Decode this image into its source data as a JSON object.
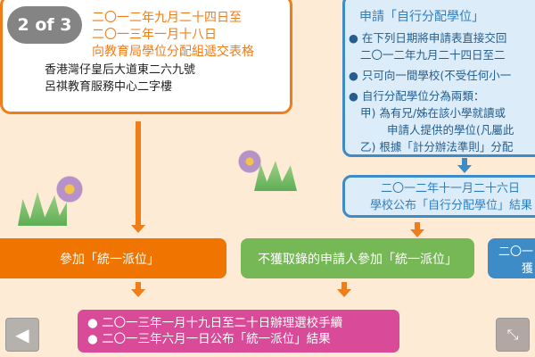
{
  "badge": "2 of 3",
  "left_box": {
    "line1": "二〇一二年九月二十四日至",
    "line2": "二〇一三年一月十八日",
    "line3": "向教育局學位分配組遞交表格",
    "addr1": "香港灣仔皇后大道東二六九號",
    "addr2": "呂祺教育服務中心二字樓"
  },
  "right_box": {
    "title": "申請「自行分配學位」",
    "b1a": "在下列日期將申請表直接交回",
    "b1b": "二〇一二年九月二十四日至二",
    "b2": "只可向一間學校(不受任何小一",
    "b3": "自行分配學位分為兩類：",
    "b3a1": "甲) 為有兄/姊在該小學就讀或",
    "b3a2": "申請人提供的學位(凡屬此",
    "b3b": "乙) 根據「計分辦法準則」分配"
  },
  "announce_box": {
    "line1": "二〇一二年十一月二十六日",
    "line2": "學校公布「自行分配學位」結果"
  },
  "orange_step": "參加「統一派位」",
  "green_step": "不獲取錄的申請人參加「統一派位」",
  "blue_step": {
    "line1": "二〇一",
    "line2": "獲"
  },
  "pink_box": {
    "item1": "二〇一三年一月十九日至二十日辦理選校手續",
    "item2": "二〇一三年六月一日公布「統一派位」結果"
  }
}
